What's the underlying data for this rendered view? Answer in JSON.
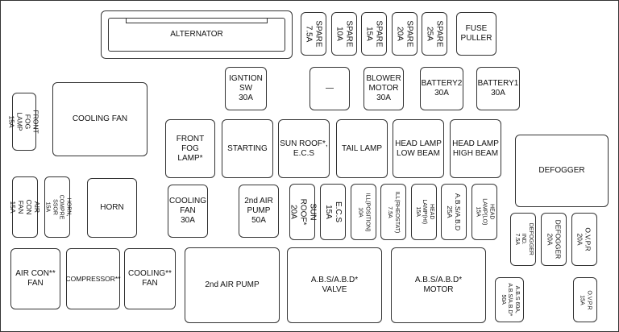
{
  "fuses": {
    "alternator": "ALTERNATOR",
    "spare_75": "SPARE\n7.5A",
    "spare_10": "SPARE\n10A",
    "spare_15": "SPARE\n15A",
    "spare_20": "SPARE\n20A",
    "spare_25": "SPARE\n25A",
    "fuse_puller": "FUSE\nPULLER",
    "ignition_sw": "IGNTION\nSW\n30A",
    "dash": "—",
    "blower_motor": "BLOWER\nMOTOR\n30A",
    "battery2": "BATTERY2\n30A",
    "battery1": "BATTERY1\n30A",
    "front_fog_lamp_fuse": "FRONT FOG LAMP\n15A",
    "cooling_fan_relay": "COOLING FAN",
    "front_fog_lamp_relay": "FRONT\nFOG\nLAMP*",
    "starting": "STARTING",
    "sun_roof_ecs": "SUN ROOF*,\nE.C.S",
    "tail_lamp": "TAIL LAMP",
    "head_lamp_low": "HEAD LAMP\nLOW BEAM",
    "head_lamp_high": "HEAD LAMP\nHIGH BEAM",
    "defogger": "DEFOGGER",
    "air_con_fan_fuse": "AIR CON FAN\n15A",
    "horn_compressor_fuse": "HORN, COMPRE SSOR\n15A",
    "horn": "HORN",
    "cooling_fan_30a": "COOLING\nFAN\n30A",
    "second_air_pump_50a": "2nd AIR\nPUMP\n50A",
    "sun_roof_20a": "SUN ROOF*\n20A",
    "ecs_15a": "E.C.S\n15A",
    "ill_position": "ILL(POSITION)\n10A",
    "ill_rheostat": "ILL(RHEOSTAT)\n7.5A",
    "head_lamp_hi": "HEAD LAMP(HI)\n15A",
    "abs_abd_25a": "A.B.S/A.B.D\n25A",
    "head_lamp_lo": "HEAD LAMP(LO)\n15A",
    "defogger_ind": "DEFOGGER IND.\n7.5A",
    "defogger_20a": "DEFOGGER\n20A",
    "ovpr_20a": "O.V.P.R\n20A",
    "air_con_fan_relay": "AIR CON**\nFAN",
    "compressor_relay": "COMPRESSOR**",
    "cooling_fan_relay2": "COOLING**\nFAN",
    "second_air_pump_relay": "2nd AIR PUMP",
    "abs_valve": "A.B.S/A.B.D*\nVALVE",
    "abs_motor": "A.B.S/A.B.D*\nMOTOR",
    "abs_60a": "A.B.S 60A,\nA.B.S/A.B.D*\n50A",
    "ovpr_15a": "O.V.P.R\n15A"
  }
}
